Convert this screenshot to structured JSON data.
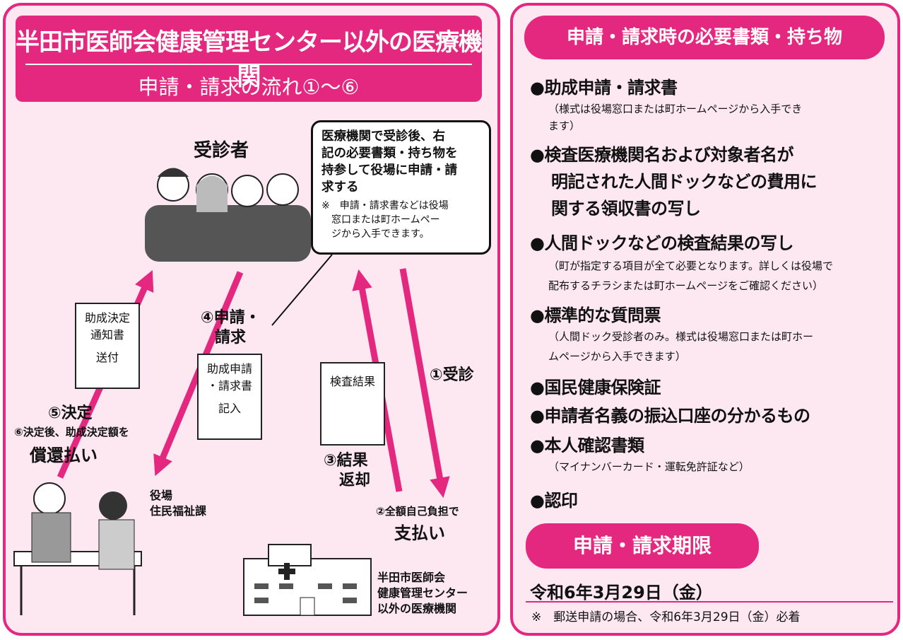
{
  "left": {
    "title": "半田市医師会健康管理センター以外の医療機関",
    "subtitle": "申請・請求の流れ①～⑥",
    "patient_label": "受診者",
    "bubble": {
      "main_lines": [
        "医療機関で受診後、右",
        "記の必要書類・持ち物を",
        "持参して役場に申請・請",
        "求する"
      ],
      "note_lines": [
        "※　申請・請求書などは役場",
        "　窓口または町ホームペー",
        "　ジから入手できます。"
      ]
    },
    "doc_notice": [
      "助成決定",
      "通知書",
      "送付"
    ],
    "doc_application": [
      "助成申請",
      "・請求書",
      "記入"
    ],
    "doc_result": [
      "検査結果"
    ],
    "step4": [
      "④申請・",
      "請求"
    ],
    "step1": "①受診",
    "step5": "⑤決定",
    "step6": "⑥決定後、助成決定額を",
    "step6b": "償還払い",
    "step3": [
      "③結果",
      "返却"
    ],
    "step2": "②全額自己負担で",
    "step2b": "支払い",
    "office": [
      "役場",
      "住民福祉課"
    ],
    "hospital": [
      "半田市医師会",
      "健康管理センター",
      "以外の医療機関"
    ]
  },
  "right": {
    "header": "申請・請求時の必要書類・持ち物",
    "items": [
      {
        "label": "●助成申請・請求書",
        "note": [
          "（様式は役場窓口または町ホームページから入手でき",
          "ます）"
        ]
      },
      {
        "label": "●検査医療機関名および対象者名が",
        "label2": "明記された人間ドックなどの費用に",
        "label3": "関する領収書の写し"
      },
      {
        "label": "●人間ドックなどの検査結果の写し",
        "note": [
          "（町が指定する項目が全て必要となります。詳しくは役場で",
          "配布するチラシまたは町ホームページをご確認ください）"
        ]
      },
      {
        "label": "●標準的な質問票",
        "note": [
          "（人間ドック受診者のみ。様式は役場窓口または町ホー",
          "ムページから入手できます）"
        ]
      },
      {
        "label": "●国民健康保険証"
      },
      {
        "label": "●申請者名義の振込口座の分かるもの"
      },
      {
        "label": "●本人確認書類",
        "note": [
          "（マイナンバーカード・運転免許証など）"
        ]
      },
      {
        "label": "●認印"
      }
    ],
    "deadline_header": "申請・請求期限",
    "deadline": "令和6年3月29日（金）",
    "deadline_note": "※　郵送申請の場合、令和6年3月29日（金）必着"
  },
  "colors": {
    "accent": "#e4287f",
    "background": "#fde8f1"
  }
}
